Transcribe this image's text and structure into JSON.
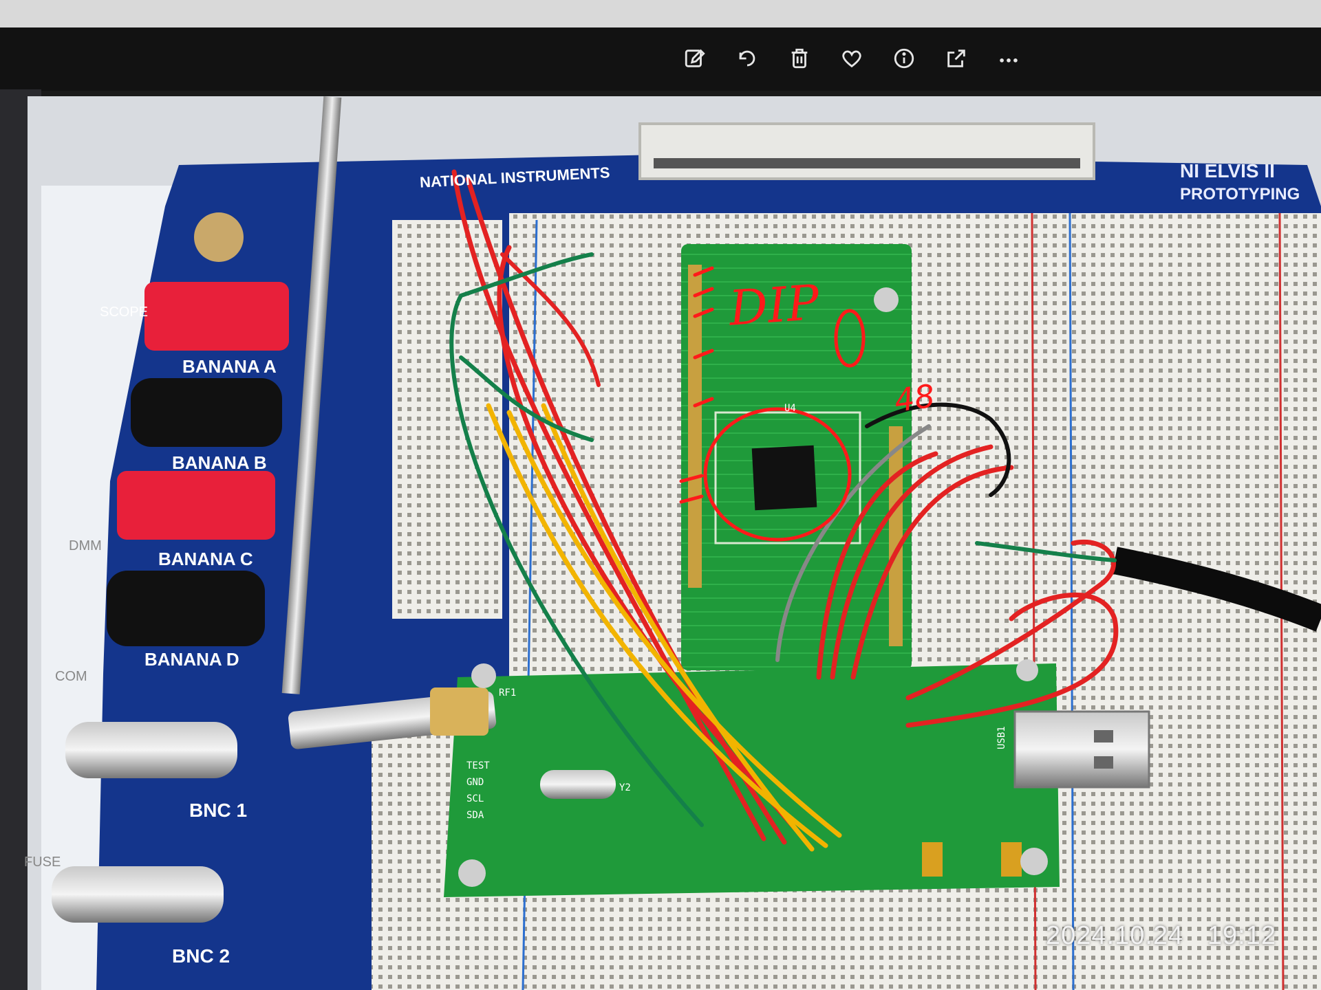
{
  "toolbar": {
    "buttons": [
      {
        "id": "edit",
        "icon": "edit-image-icon"
      },
      {
        "id": "rotate",
        "icon": "rotate-icon"
      },
      {
        "id": "delete",
        "icon": "trash-icon"
      },
      {
        "id": "favorite",
        "icon": "heart-icon"
      },
      {
        "id": "info",
        "icon": "info-icon"
      },
      {
        "id": "share",
        "icon": "share-icon"
      },
      {
        "id": "more",
        "icon": "more-icon"
      }
    ]
  },
  "photo": {
    "brand": "NATIONAL INSTRUMENTS",
    "board_title": "NI ELVIS II",
    "board_subtitle": "PROTOTYPING",
    "banana_a": "BANANA A",
    "banana_b": "BANANA B",
    "banana_c": "BANANA C",
    "banana_d": "BANANA D",
    "bnc_1": "BNC 1",
    "bnc_2": "BNC 2",
    "scope": "SCOPE",
    "dmm": "DMM",
    "com": "COM",
    "fuse": "FUSE",
    "handwriting_1": "DIP",
    "handwriting_2": "0",
    "handwriting_3": "48",
    "pcb_labels": {
      "test": "TEST",
      "gnd": "GND",
      "scl": "SCL",
      "sda": "SDA",
      "usb": "USB1",
      "u4": "U4",
      "y2": "Y2",
      "rf1": "RF1"
    }
  },
  "timestamp": "2024.10.24   19:12",
  "colors": {
    "bezel": "#111111",
    "ni_blue": "#14358c",
    "pcb_green": "#1f9a3a",
    "breadboard": "#ecebe6",
    "wire_red": "#e32222",
    "wire_yellow": "#f2b400",
    "wire_green": "#14804a"
  }
}
